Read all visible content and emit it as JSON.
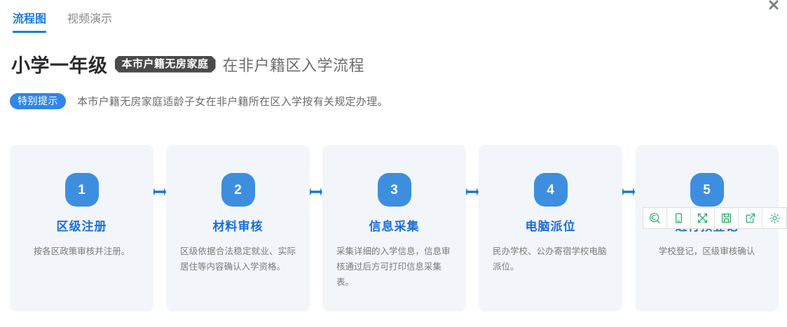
{
  "window": {
    "close_label": "×",
    "close_icon": "close-icon"
  },
  "tabs": [
    {
      "label": "流程图",
      "active": true
    },
    {
      "label": "视频演示",
      "active": false
    }
  ],
  "heading": {
    "main": "小学一年级",
    "tag": "本市户籍无房家庭",
    "rest": "在非户籍区入学流程"
  },
  "notice": {
    "badge": "特别提示",
    "text": "本市户籍无房家庭适龄子女在非户籍所在区入学按有关规定办理。"
  },
  "flow": {
    "steps": [
      {
        "number": "1",
        "title": "区级注册",
        "desc": "按各区政策审核并注册。"
      },
      {
        "number": "2",
        "title": "材料审核",
        "desc": "区级依据合法稳定就业、实际居住等内容确认入学资格。"
      },
      {
        "number": "3",
        "title": "信息采集",
        "desc": "采集详细的入学信息，信息审核通过后方可打印信息采集表。"
      },
      {
        "number": "4",
        "title": "电脑派位",
        "desc": "民办学校、公办寄宿学校电脑派位。"
      },
      {
        "number": "5",
        "title": "进行预登记",
        "desc": "学校登记，区级审核确认"
      }
    ]
  },
  "toolbar": {
    "buttons": [
      {
        "icon": "zoom-search-icon",
        "name": "zoom-button"
      },
      {
        "icon": "mobile-device-icon",
        "name": "mobile-view-button"
      },
      {
        "icon": "fullscreen-expand-icon",
        "name": "fullscreen-button"
      },
      {
        "icon": "save-floppy-icon",
        "name": "save-button"
      },
      {
        "icon": "share-export-icon",
        "name": "share-button"
      },
      {
        "icon": "gear-settings-icon",
        "name": "settings-button"
      }
    ]
  },
  "colors": {
    "accent_blue": "#1a7cd8",
    "badge_blue": "#3e8ee0",
    "arrow_blue": "#1a72d0",
    "card_bg": "#f2f6fa",
    "tag_dark": "#4a4a4a",
    "toolbar_green": "#22a860",
    "muted_text": "#7a7a7a"
  }
}
